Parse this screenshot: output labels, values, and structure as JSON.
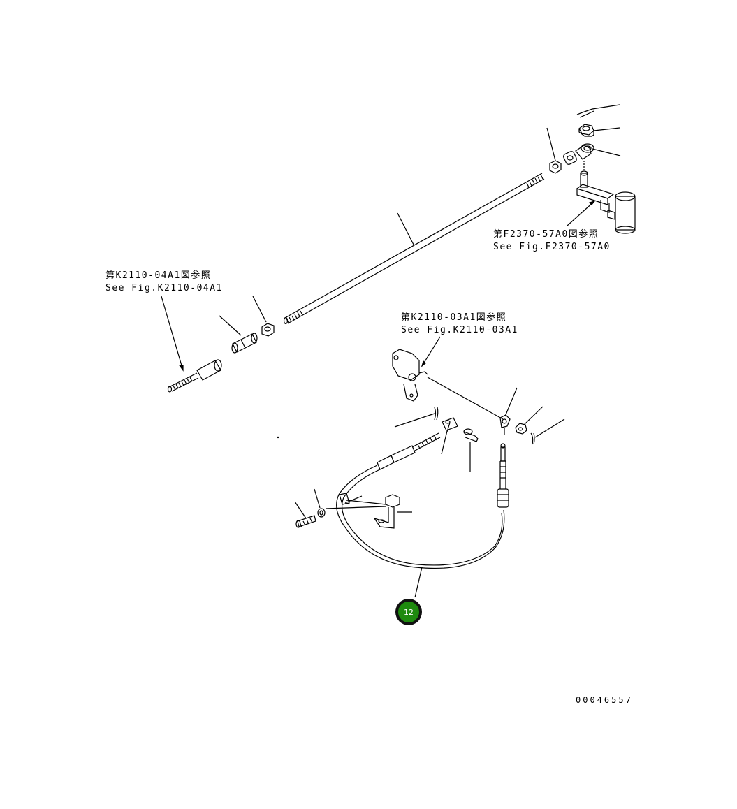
{
  "references": {
    "f2370": {
      "jp": "第F2370-57A0図参照",
      "en": "See Fig.F2370-57A0"
    },
    "k2110_04": {
      "jp": "第K2110-04A1図参照",
      "en": "See Fig.K2110-04A1"
    },
    "k2110_03": {
      "jp": "第K2110-03A1図参照",
      "en": "See Fig.K2110-03A1"
    }
  },
  "callout": {
    "number": "12",
    "color": "#1e8a0e"
  },
  "document_number": "00046557"
}
